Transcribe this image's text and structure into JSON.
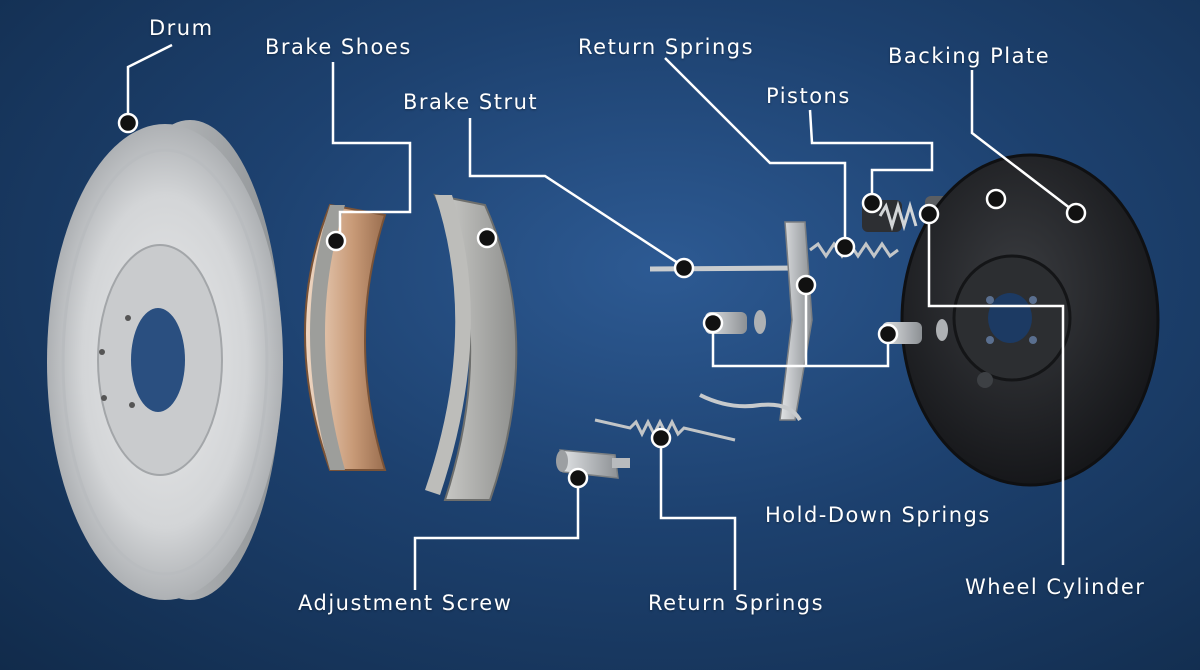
{
  "labels": {
    "drum": "Drum",
    "brake_shoes": "Brake Shoes",
    "brake_strut": "Brake Strut",
    "return_springs_top": "Return Springs",
    "backing_plate": "Backing Plate",
    "pistons": "Pistons",
    "hold_down_springs": "Hold-Down Springs",
    "wheel_cylinder": "Wheel Cylinder",
    "adjustment_screw": "Adjustment Screw",
    "return_springs_bottom": "Return Springs"
  },
  "colors": {
    "background": "#1d416f",
    "leader_line": "#ffffff",
    "marker_fill": "#111111",
    "drum": "#d8dadc",
    "shoe_lining": "#c9a184",
    "backing_plate": "#2b2d30"
  }
}
